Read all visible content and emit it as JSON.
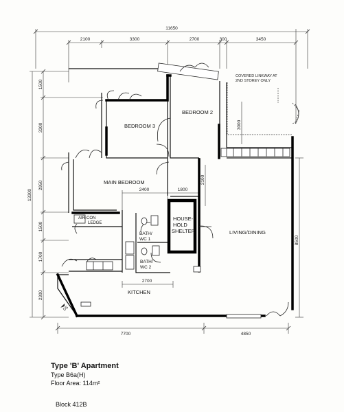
{
  "dimensions": {
    "overall_width": "11650",
    "top": [
      "2100",
      "3300",
      "2700",
      "300",
      "3450"
    ],
    "left_overall": "13300",
    "left": [
      "1500",
      "3300",
      "2950",
      "1500",
      "1700",
      "2300"
    ],
    "bottom": [
      "7700",
      "4850"
    ],
    "right": "8500",
    "interior": [
      "2400",
      "1800",
      "2700",
      "3000",
      "2100"
    ]
  },
  "rooms": {
    "bedroom3": "BEDROOM 3",
    "bedroom2": "BEDROOM 2",
    "main_bedroom": "MAIN BEDROOM",
    "living_dining": "LIVING/DINING",
    "shelter_line1": "HOUSE-",
    "shelter_line2": "HOLD",
    "shelter_line3": "SHELTER",
    "bath1_line1": "BATH/",
    "bath1_line2": "WC 1",
    "bath2_line1": "BATH/",
    "bath2_line2": "WC 2",
    "kitchen": "KITCHEN",
    "aircon_line1": "AIR-CON",
    "aircon_line2": "LEDGE"
  },
  "annotations": {
    "linkway_line1": "COVERED LINKWAY AT",
    "linkway_line2": "2ND STOREY ONLY",
    "marker": "DS"
  },
  "caption": {
    "title": "Type 'B' Apartment",
    "subtitle": "Type B6a(H)",
    "floor_area": "Floor Area: 114m²",
    "block": "Block 412B"
  }
}
